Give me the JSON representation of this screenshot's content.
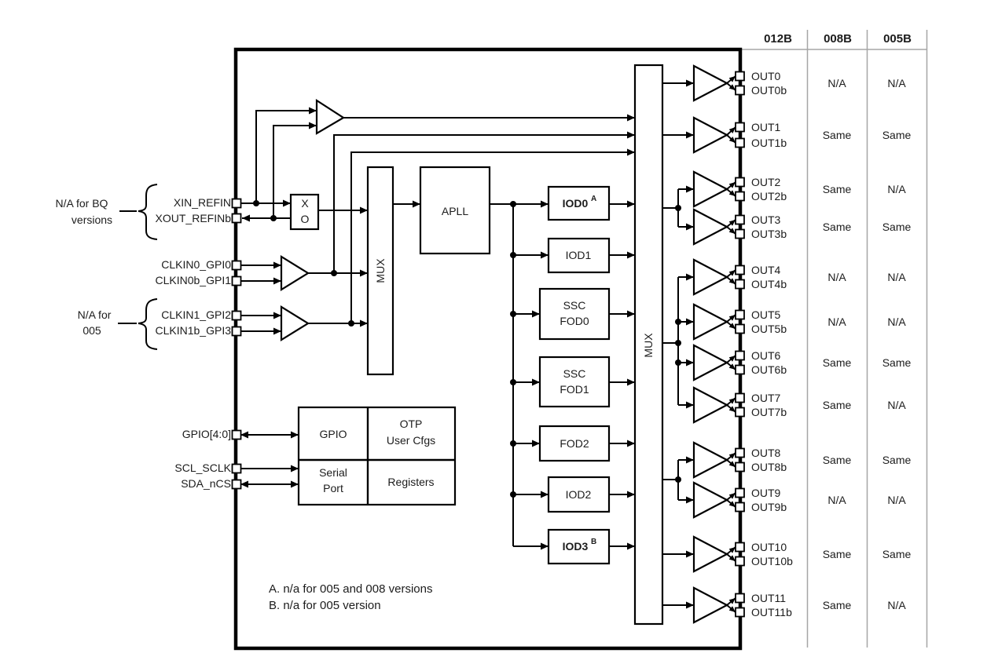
{
  "table": {
    "columns": [
      "012B",
      "008B",
      "005B"
    ]
  },
  "outputs": [
    {
      "pin": "OUT0",
      "pinb": "OUT0b",
      "v008": "N/A",
      "v005": "N/A"
    },
    {
      "pin": "OUT1",
      "pinb": "OUT1b",
      "v008": "Same",
      "v005": "Same"
    },
    {
      "pin": "OUT2",
      "pinb": "OUT2b",
      "v008": "Same",
      "v005": "N/A"
    },
    {
      "pin": "OUT3",
      "pinb": "OUT3b",
      "v008": "Same",
      "v005": "Same"
    },
    {
      "pin": "OUT4",
      "pinb": "OUT4b",
      "v008": "N/A",
      "v005": "N/A"
    },
    {
      "pin": "OUT5",
      "pinb": "OUT5b",
      "v008": "N/A",
      "v005": "N/A"
    },
    {
      "pin": "OUT6",
      "pinb": "OUT6b",
      "v008": "Same",
      "v005": "Same"
    },
    {
      "pin": "OUT7",
      "pinb": "OUT7b",
      "v008": "Same",
      "v005": "N/A"
    },
    {
      "pin": "OUT8",
      "pinb": "OUT8b",
      "v008": "Same",
      "v005": "Same"
    },
    {
      "pin": "OUT9",
      "pinb": "OUT9b",
      "v008": "N/A",
      "v005": "N/A"
    },
    {
      "pin": "OUT10",
      "pinb": "OUT10b",
      "v008": "Same",
      "v005": "Same"
    },
    {
      "pin": "OUT11",
      "pinb": "OUT11b",
      "v008": "Same",
      "v005": "N/A"
    }
  ],
  "left_pins": {
    "xin": "XIN_REFIN",
    "xout": "XOUT_REFINb",
    "clkin0": "CLKIN0_GPI0",
    "clkin0b": "CLKIN0b_GPI1",
    "clkin1": "CLKIN1_GPI2",
    "clkin1b": "CLKIN1b_GPI3",
    "gpio": "GPIO[4:0]",
    "scl": "SCL_SCLK",
    "sda": "SDA_nCS"
  },
  "annotations": {
    "bq_line1": "N/A for BQ",
    "bq_line2": "versions",
    "v005_line1": "N/A for",
    "v005_line2": "005"
  },
  "blocks": {
    "xo_top": "X",
    "xo_bottom": "O",
    "input_mux": "MUX",
    "apll": "APLL",
    "output_mux": "MUX",
    "iod0": "IOD0",
    "iod0_note": "A",
    "iod1": "IOD1",
    "ssc_fod0_line1": "SSC",
    "ssc_fod0_line2": "FOD0",
    "ssc_fod1_line1": "SSC",
    "ssc_fod1_line2": "FOD1",
    "fod2": "FOD2",
    "iod2": "IOD2",
    "iod3": "IOD3",
    "iod3_note": "B",
    "gpio": "GPIO",
    "otp_line1": "OTP",
    "otp_line2": "User Cfgs",
    "serial_line1": "Serial",
    "serial_line2": "Port",
    "registers": "Registers"
  },
  "footnotes": {
    "a": "A. n/a for 005 and 008 versions",
    "b": "B. n/a for 005 version"
  }
}
